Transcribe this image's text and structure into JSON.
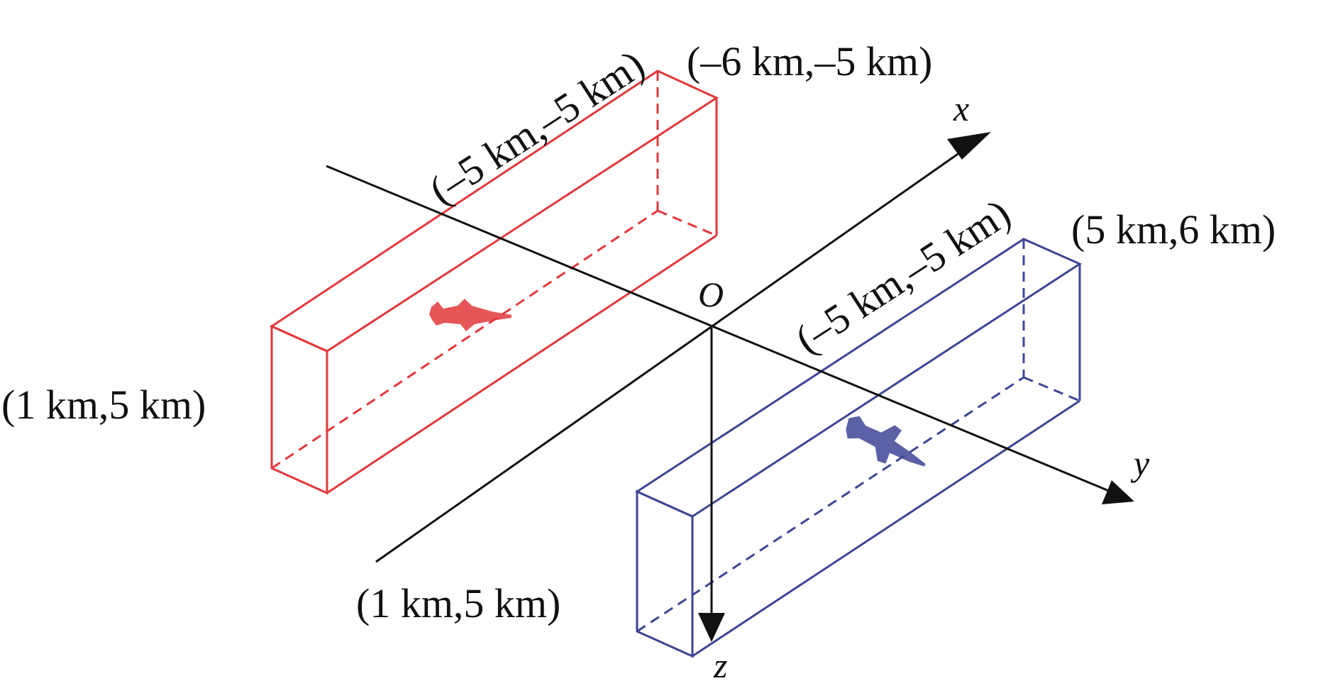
{
  "colors": {
    "red_box": "#e2383a",
    "blue_box": "#3e4594",
    "axes": "#111111"
  },
  "axes": {
    "x": "x",
    "y": "y",
    "z": "z",
    "origin": "O"
  },
  "red_box": {
    "label_top_edge": "(–5 km,–5 km)",
    "label_top_corner": "(–6 km,–5 km)",
    "label_left": "(1 km,5 km)",
    "aircraft_icon": "fighter-jet"
  },
  "blue_box": {
    "label_top_edge": "(–5 km,–5 km)",
    "label_top_corner": "(5 km,6 km)",
    "label_bottom_left": "(1 km,5 km)",
    "aircraft_icon": "fighter-jet"
  }
}
